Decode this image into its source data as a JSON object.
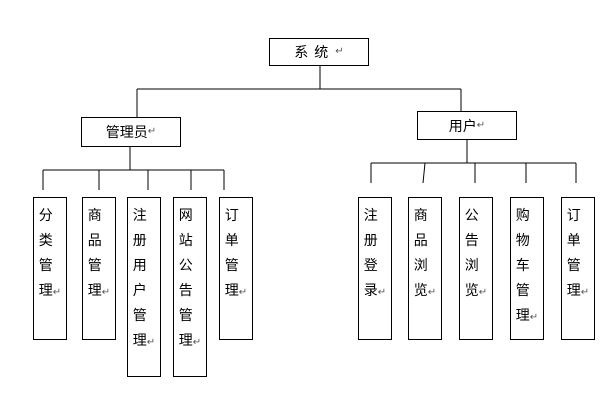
{
  "root": {
    "label": "系统"
  },
  "branches": [
    {
      "label": "管理员",
      "children": [
        "分类管理",
        "商品管理",
        "注册用户管理",
        "网站公告管理",
        "订单管理"
      ]
    },
    {
      "label": "用户",
      "children": [
        "注册登录",
        "商品浏览",
        "公告浏览",
        "购物车管理",
        "订单管理"
      ]
    }
  ],
  "paragraph_mark": "↵"
}
